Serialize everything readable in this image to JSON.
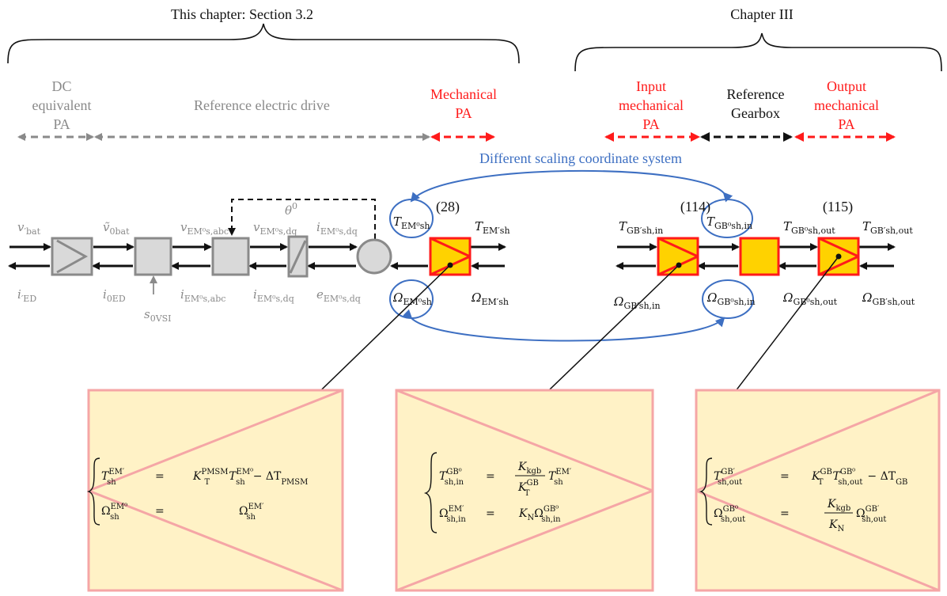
{
  "headers": {
    "left": "This chapter: Section 3.2",
    "right": "Chapter III"
  },
  "sections": {
    "dc_pa": [
      "DC",
      "equivalent",
      "PA"
    ],
    "ref_drive": "Reference electric drive",
    "mech_pa": [
      "Mechanical",
      "PA"
    ],
    "input_mech_pa": [
      "Input",
      "mechanical",
      "PA"
    ],
    "ref_gearbox": [
      "Reference",
      "Gearbox"
    ],
    "output_mech_pa": [
      "Output",
      "mechanical",
      "PA"
    ]
  },
  "scaling_label": "Different scaling coordinate system",
  "refs": {
    "r28": "(28)",
    "r114": "(114)",
    "r115": "(115)"
  },
  "signals": {
    "v_bat": [
      "v",
      "′bat"
    ],
    "vt_bat": [
      "ṽ",
      "0bat"
    ],
    "v_abc": [
      "v",
      "EM⁰s,abc"
    ],
    "v_dq": [
      "v",
      "EM⁰s,dq"
    ],
    "theta": [
      "θ",
      "0"
    ],
    "i_dq_top": [
      "i",
      "EM⁰s,dq"
    ],
    "i_ed": [
      "i",
      "′ED"
    ],
    "i_ed0": [
      "i",
      "0ED"
    ],
    "i_abc": [
      "i",
      "EM⁰s,abc"
    ],
    "i_dq": [
      "i",
      "EM⁰s,dq"
    ],
    "e_dq": [
      "e",
      "EM⁰s,dq"
    ],
    "s_vsi": [
      "s",
      "0VSI"
    ],
    "T_sh_em0": [
      "T",
      "EM⁰sh"
    ],
    "T_sh_emp": [
      "T",
      "EM′sh"
    ],
    "W_sh_em0": [
      "Ω",
      "EM⁰sh"
    ],
    "W_sh_emp": [
      "Ω",
      "EM′sh"
    ],
    "T_in_gbp": [
      "T",
      "GB′sh,in"
    ],
    "T_in_gb0": [
      "T",
      "GB⁰sh,in"
    ],
    "T_out_gb0": [
      "T",
      "GB⁰sh,out"
    ],
    "T_out_gbp": [
      "T",
      "GB′sh,out"
    ],
    "W_in_gbp": [
      "Ω",
      "GB′sh,in"
    ],
    "W_in_gb0": [
      "Ω",
      "GB⁰sh,in"
    ],
    "W_out_gb0": [
      "Ω",
      "GB⁰sh,out"
    ],
    "W_out_gbp": [
      "Ω",
      "GB′sh,out"
    ]
  },
  "equations": {
    "left": {
      "l1_lhs": "T",
      "l1_lhs_sup": "EM′",
      "l1_lhs_sub": "sh",
      "l1_rhs": "K",
      "l1_rhs_sup": "PMSM",
      "l1_rhs_sub": "T",
      "l1_rhs2": "T",
      "l1_rhs2_sup": "EM⁰",
      "l1_rhs2_sub": "sh",
      "l1_tail": "− ΔT",
      "l1_tail_sub": "PMSM",
      "l2_lhs": "Ω",
      "l2_lhs_sup": "EM⁰",
      "l2_lhs_sub": "sh",
      "l2_rhs": "Ω",
      "l2_rhs_sup": "EM′",
      "l2_rhs_sub": "sh"
    },
    "middle": {
      "l1_lhs": "T",
      "l1_lhs_sup": "GB⁰",
      "l1_lhs_sub": "sh,in",
      "frac_num": "K",
      "frac_num_sub": "kgb",
      "frac_den": "K",
      "frac_den_sup": "GB",
      "frac_den_sub": "T",
      "l1_rhs": "T",
      "l1_rhs_sup": "EM′",
      "l1_rhs_sub": "sh",
      "l2_lhs": "Ω",
      "l2_lhs_sup": "EM′",
      "l2_lhs_sub": "sh,in",
      "l2_rhs": "K",
      "l2_rhs_sub": "N",
      "l2_rhs2": "Ω",
      "l2_rhs2_sup": "GB⁰",
      "l2_rhs2_sub": "sh,in"
    },
    "right": {
      "l1_lhs": "T",
      "l1_lhs_sup": "GB′",
      "l1_lhs_sub": "sh,out",
      "l1_rhs": "K",
      "l1_rhs_sup": "GB",
      "l1_rhs_sub": "T",
      "l1_rhs2": "T",
      "l1_rhs2_sup": "GB⁰",
      "l1_rhs2_sub": "sh,out",
      "l1_tail": "− ΔT",
      "l1_tail_sub": "GB",
      "l2_lhs": "Ω",
      "l2_lhs_sup": "GB⁰",
      "l2_lhs_sub": "sh,out",
      "frac_num": "K",
      "frac_num_sub": "kgb",
      "frac_den": "K",
      "frac_den_sub": "N",
      "l2_rhs": "Ω",
      "l2_rhs_sup": "GB′",
      "l2_rhs_sub": "sh,out"
    }
  },
  "colors": {
    "grey": "#8a8a8a",
    "red": "#ff1a1a",
    "blue": "#3d6fc2",
    "yellow": "#ffd200",
    "panel": "#fff2c6",
    "panel_border": "#f5a6a6"
  }
}
